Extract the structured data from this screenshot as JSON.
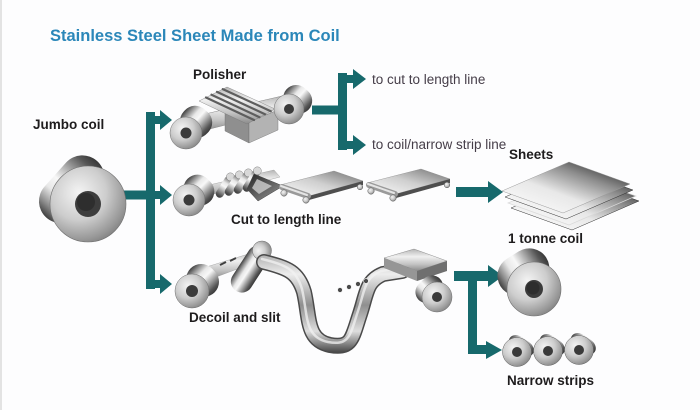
{
  "title": {
    "text": "Stainless Steel Sheet Made from Coil",
    "color": "#2b87b9"
  },
  "colors": {
    "connector_teal": "#17696c",
    "label_text": "#1e1c1d",
    "sublabel_text": "#453d48",
    "background": "#fdfdfe",
    "metal_light": "#f4f4f4",
    "metal_dark": "#3b3b3b"
  },
  "labels": {
    "jumbo_coil": "Jumbo coil",
    "polisher": "Polisher",
    "to_cut_to_length_line": "to cut to length line",
    "to_coil_narrow_strip_line": "to coil/narrow strip line",
    "cut_to_length_line": "Cut to length line",
    "sheets": "Sheets",
    "decoil_and_slit": "Decoil and slit",
    "one_tonne_coil": "1 tonne coil",
    "narrow_strips": "Narrow strips"
  },
  "connections": [
    {
      "from": "Jumbo coil",
      "to": "Polisher"
    },
    {
      "from": "Jumbo coil",
      "to": "Cut to length line"
    },
    {
      "from": "Jumbo coil",
      "to": "Decoil and slit"
    },
    {
      "from": "Polisher",
      "to": "to cut to length line"
    },
    {
      "from": "Polisher",
      "to": "to coil/narrow strip line"
    },
    {
      "from": "Cut to length line",
      "to": "Sheets"
    },
    {
      "from": "Decoil and slit",
      "to": "1 tonne coil"
    },
    {
      "from": "Decoil and slit",
      "to": "Narrow strips"
    }
  ]
}
